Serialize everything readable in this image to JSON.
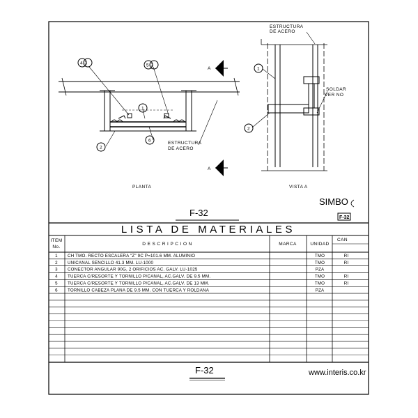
{
  "drawing": {
    "plan_label": "PLANTA",
    "view_label": "VISTA A",
    "section_marker": "A",
    "steel_structure_label_line1": "ESTRUCTURA",
    "steel_structure_label_line2": "DE ACERO",
    "weld_label_line1": "SOLDAR",
    "weld_label_line2": "VER NO",
    "symbol_label": "SIMBO",
    "sheet_code": "F-32",
    "bubbles": {
      "plan_top_left": "4 3",
      "plan_top_right": "5 3",
      "plan_center": "1",
      "plan_bottom_left": "2",
      "plan_bottom_center": "6",
      "view_top": "1",
      "view_left": "2"
    }
  },
  "materials": {
    "title": "LISTA DE MATERIALES",
    "headers": {
      "item_line1": "ITEM",
      "item_line2": "No.",
      "description": "D E S C R I P C I O N",
      "brand": "MARCA",
      "unit": "UNIDAD",
      "qty": "CAN"
    },
    "rows": [
      {
        "item": "1",
        "description": "CH TMO. RECTO ESCALERA \"Z\" 9C P=101.6 MM. ALUMINIO",
        "brand": "",
        "unit": "TMO",
        "qty": "RI"
      },
      {
        "item": "2",
        "description": "UNICANAL SENCILLO 41.3 MM. LU-1000",
        "brand": "",
        "unit": "TMO",
        "qty": "RI"
      },
      {
        "item": "3",
        "description": "CONECTOR ANGULAR 90G, 2 ORIFICIOS AC. GALV. LU-1025",
        "brand": "",
        "unit": "PZA",
        "qty": ""
      },
      {
        "item": "4",
        "description": "TUERCA C/RESORTE Y TORNILLO P/CANAL, AC.GALV. DE 9.5 MM.",
        "brand": "",
        "unit": "TMO",
        "qty": "RI"
      },
      {
        "item": "5",
        "description": "TUERCA C/RESORTE Y TORNILLO P/CANAL, AC.GALV. DE 13 MM.",
        "brand": "",
        "unit": "TMO",
        "qty": "RI"
      },
      {
        "item": "6",
        "description": "TORNILLO CABEZA PLANA DE 9.5 MM. CON TUERCA Y ROLDANA",
        "brand": "",
        "unit": "PZA",
        "qty": ""
      }
    ]
  },
  "footer": {
    "sheet_code": "F-32",
    "watermark": "www.interis.co.kr"
  }
}
